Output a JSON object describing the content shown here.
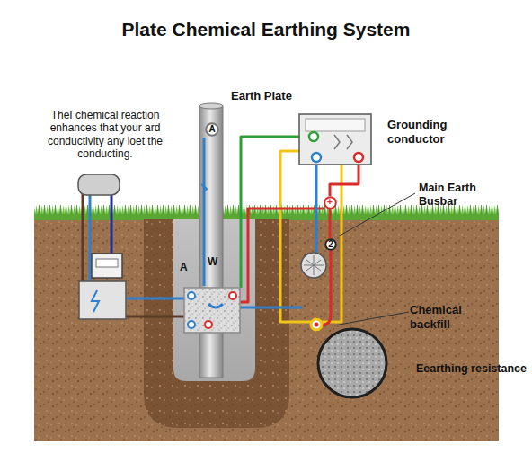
{
  "diagram": {
    "title": "Plate Chemical Earthing System",
    "nodes": [
      {
        "text": [
          "A"
        ]
      },
      {
        "text": [
          "+"
        ]
      },
      {
        "text": [
          "2"
        ]
      }
    ],
    "labels": [
      "TheI chemical reaction enhances that your ard conductivity any loet the conducting.",
      "Earth Plate",
      "Grounding conductor",
      "Main Earth Busbar",
      "W",
      "A",
      "Chemical backfill",
      "Eearthing resistance"
    ]
  }
}
